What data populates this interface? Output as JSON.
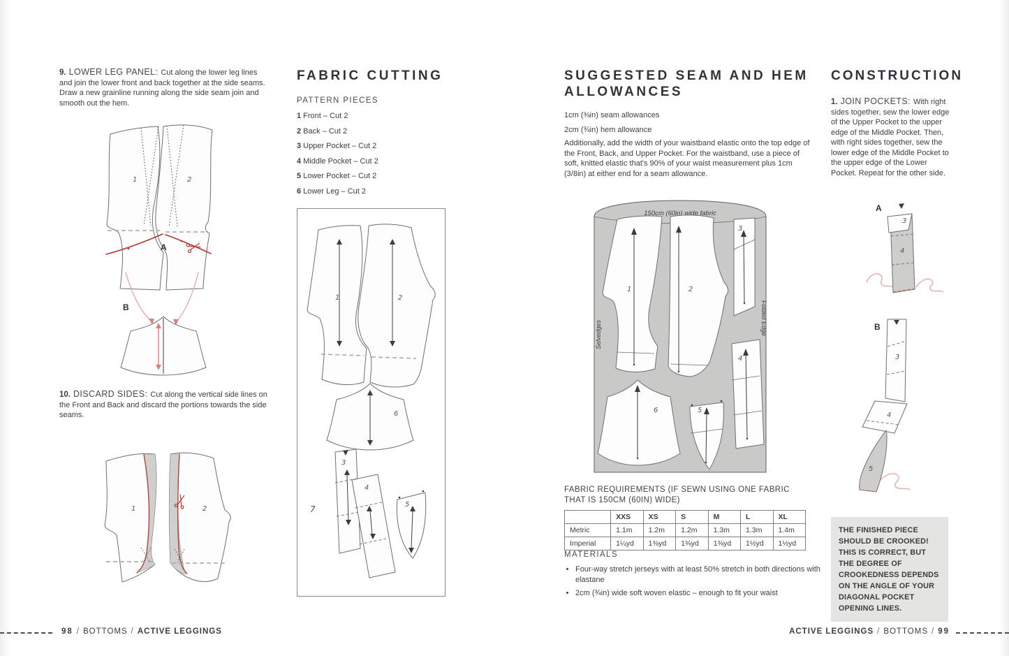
{
  "colors": {
    "accent_red": "#b5372f",
    "light_pink": "#ecaaa5",
    "fabric_gray": "#c9c9c7",
    "note_bg": "#e4e4e2",
    "text": "#3e3e3e"
  },
  "left_page": {
    "step9": {
      "num": "9.",
      "title": "LOWER LEG PANEL:",
      "body": "Cut along the lower leg lines and join the lower front and back together at the side seams. Draw a new grainline running along the side seam join and smooth out the hem."
    },
    "step10": {
      "num": "10.",
      "title": "DISCARD SIDES:",
      "body": "Cut along the vertical side lines on the Front and Back and discard the portions towards the side seams."
    },
    "fabric_cutting": {
      "heading": "FABRIC CUTTING",
      "subheading": "PATTERN PIECES",
      "pieces": [
        {
          "num": "1",
          "label": "Front – Cut 2"
        },
        {
          "num": "2",
          "label": "Back – Cut 2"
        },
        {
          "num": "3",
          "label": "Upper Pocket – Cut 2"
        },
        {
          "num": "4",
          "label": "Middle Pocket – Cut 2"
        },
        {
          "num": "5",
          "label": "Lower Pocket – Cut 2"
        },
        {
          "num": "6",
          "label": "Lower Leg – Cut 2"
        }
      ]
    },
    "footer": {
      "page_num": "98",
      "section": "BOTTOMS",
      "title": "ACTIVE LEGGINGS",
      "sep": "/"
    }
  },
  "right_page": {
    "allowances": {
      "heading": "SUGGESTED SEAM AND HEM ALLOWANCES",
      "line1": "1cm (⅜in) seam allowances",
      "line2": "2cm (¾in) hem allowance",
      "para": "Additionally, add the width of your waistband elastic onto the top edge of the Front, Back, and Upper Pocket. For the waistband, use a piece of soft, knitted elastic that's 90% of your waist measurement plus 1cm (3/8in) at either end for a seam allowance."
    },
    "cutting_layout": {
      "top_label": "150cm (60in) wide fabric",
      "left_label": "Selvedges",
      "right_label": "Folded Edge"
    },
    "fabric_requirements": {
      "heading": "FABRIC REQUIREMENTS (IF SEWN USING ONE FABRIC THAT IS 150CM (60IN) WIDE)",
      "table": {
        "headers": [
          "",
          "XXS",
          "XS",
          "S",
          "M",
          "L",
          "XL"
        ],
        "rows": [
          {
            "label": "Metric",
            "values": [
              "1.1m",
              "1.2m",
              "1.2m",
              "1.3m",
              "1.3m",
              "1.4m"
            ]
          },
          {
            "label": "Imperial",
            "values": [
              "1¼yd",
              "1⅜yd",
              "1⅜yd",
              "1⅜yd",
              "1½yd",
              "1½yd"
            ]
          }
        ]
      }
    },
    "materials": {
      "heading": "MATERIALS",
      "items": [
        "Four-way stretch jerseys with at least 50% stretch in both directions with elastane",
        "2cm (¾in) wide soft woven elastic – enough to fit your waist"
      ]
    },
    "construction": {
      "heading": "CONSTRUCTION",
      "step1": {
        "num": "1.",
        "title": "JOIN POCKETS:",
        "body": "With right sides together, sew the lower edge of the Upper Pocket to the upper edge of the Middle Pocket. Then, with right sides together, sew the lower edge of the Middle Pocket to the upper edge of the Lower Pocket. Repeat for the other side."
      },
      "note": "THE FINISHED PIECE SHOULD BE CROOKED! THIS IS CORRECT, BUT THE DEGREE OF CROOKEDNESS DEPENDS ON THE ANGLE OF YOUR DIAGONAL POCKET OPENING LINES."
    },
    "footer": {
      "page_num": "99",
      "section": "BOTTOMS",
      "title": "ACTIVE LEGGINGS",
      "sep": "/"
    }
  },
  "diagram_labels": {
    "a": "A",
    "b": "B",
    "n1": "1",
    "n2": "2",
    "n3": "3",
    "n4": "4",
    "n5": "5",
    "n6": "6",
    "n7": "7"
  }
}
